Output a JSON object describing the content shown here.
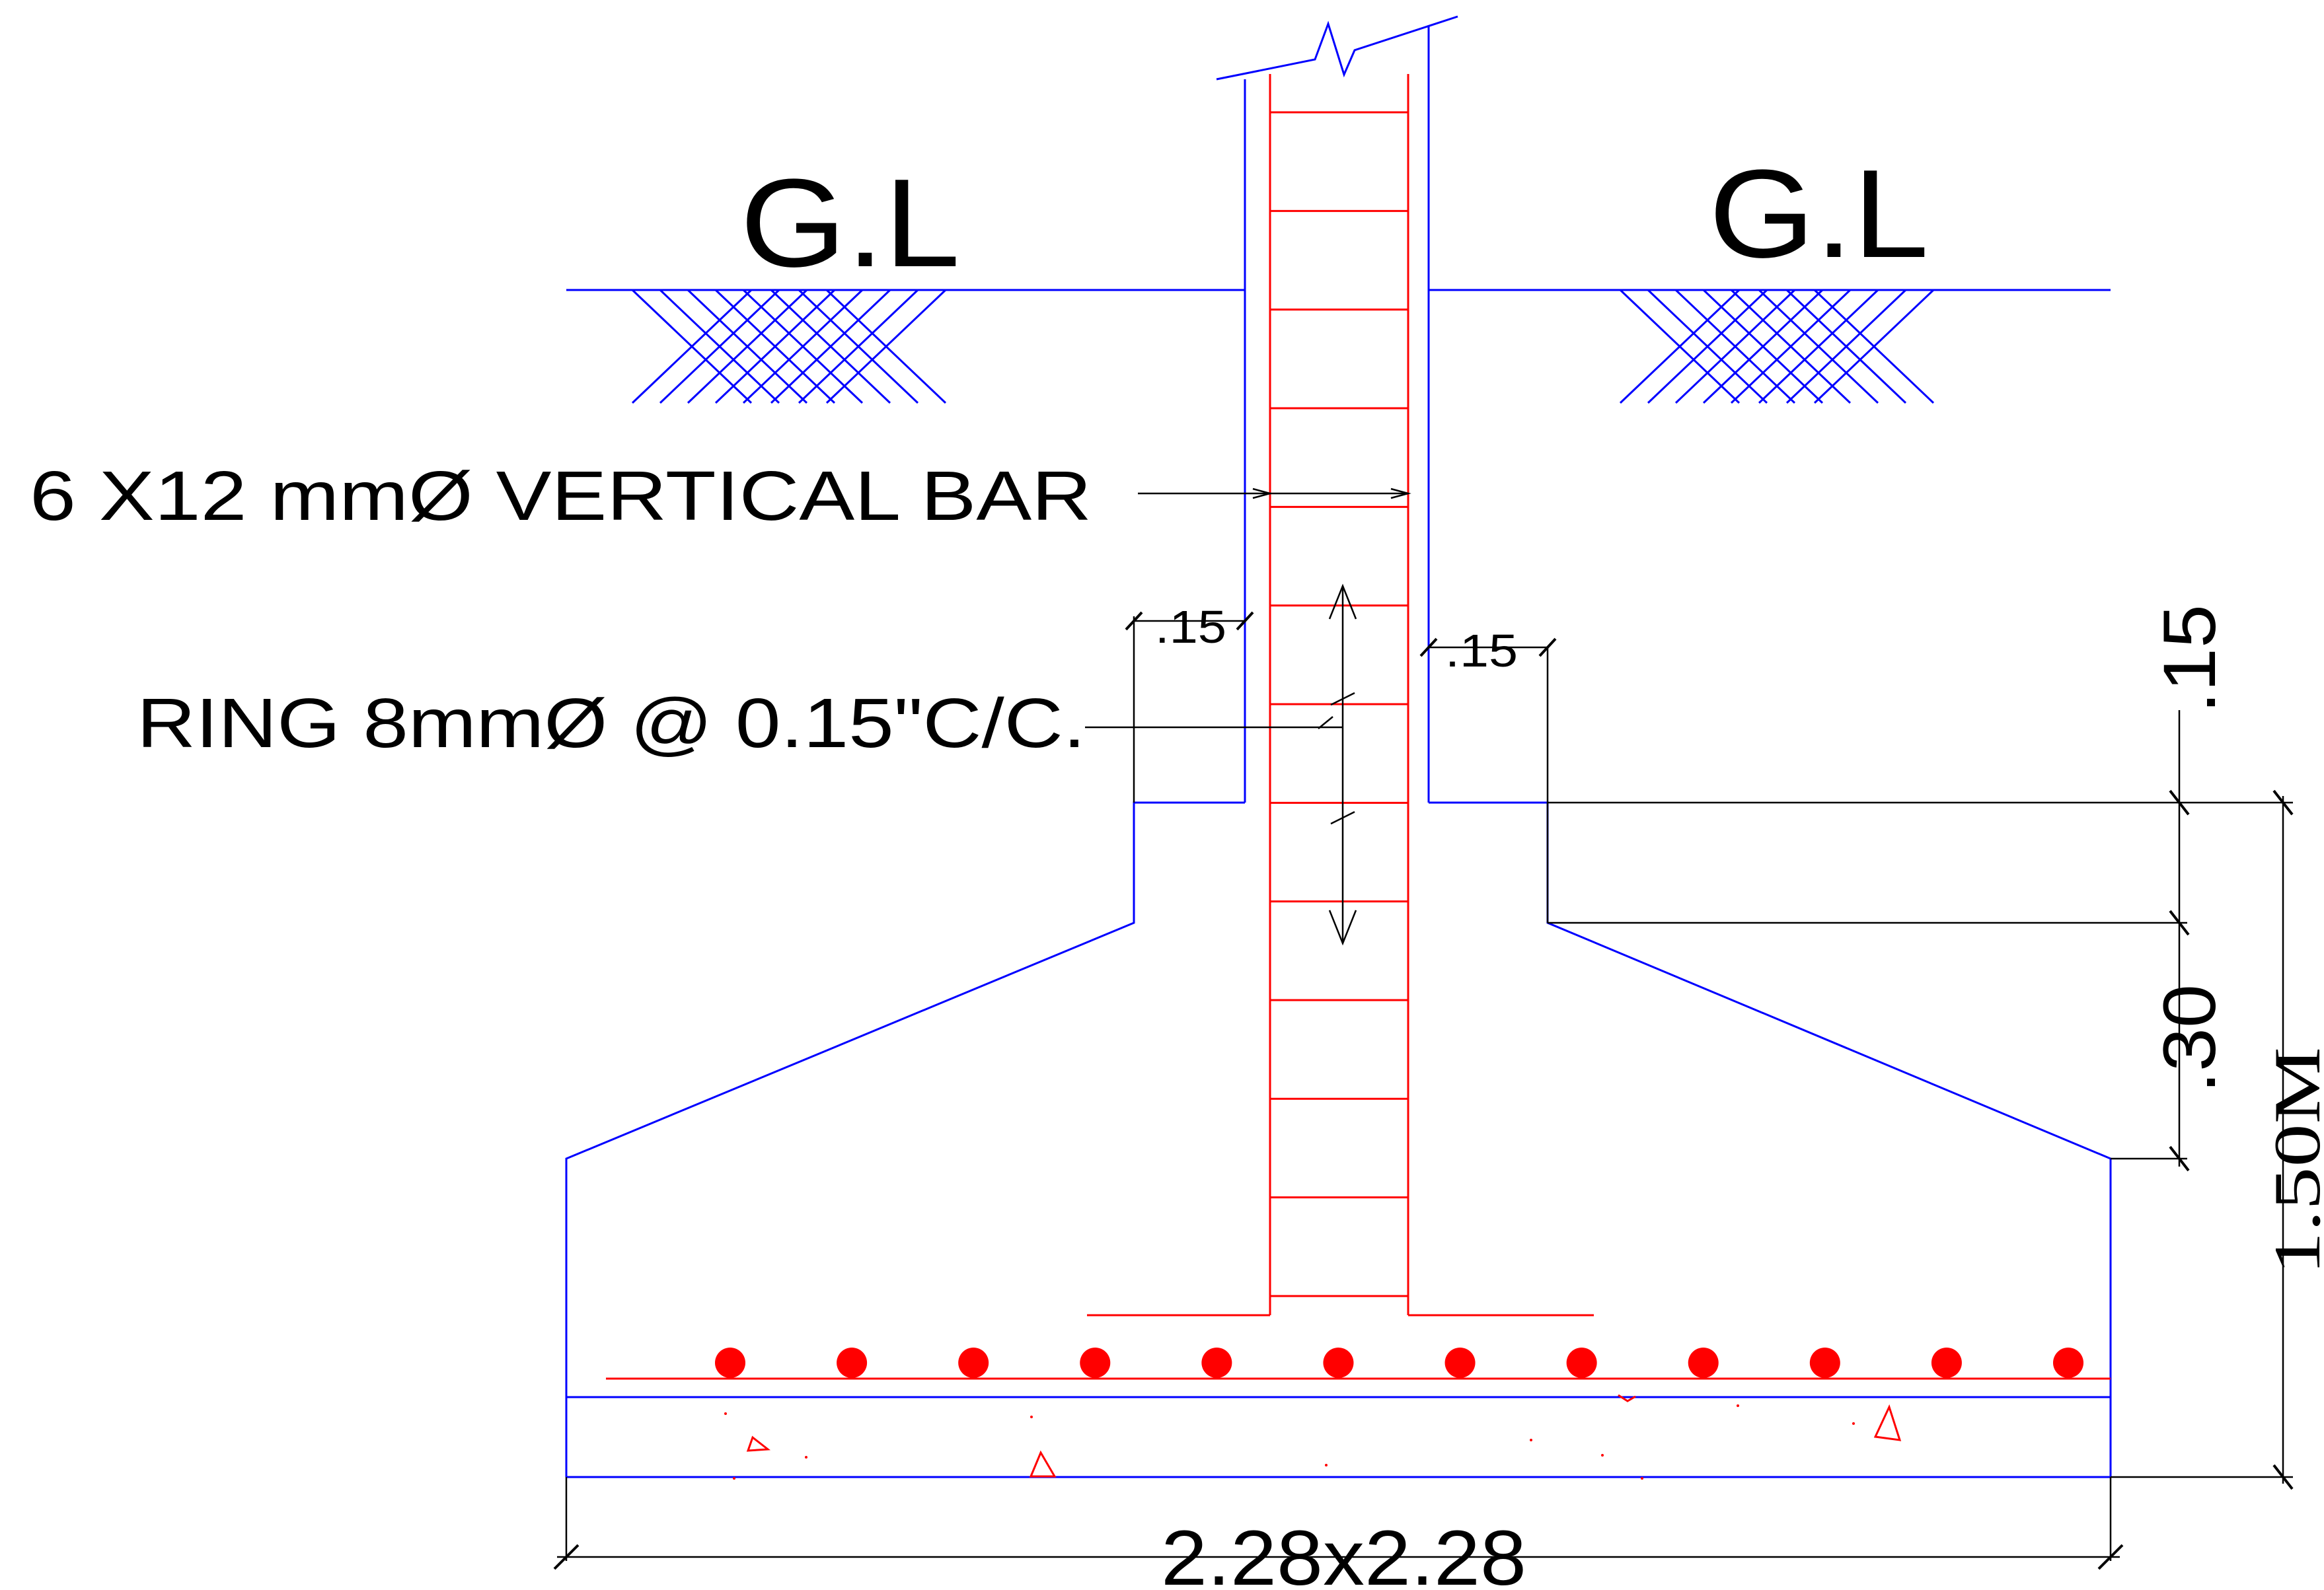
{
  "labels": {
    "gl_left": "G.L",
    "gl_right": "G.L",
    "vertical_bar": "6 X12 mmØ VERTICAL BAR",
    "ring": "RING 8mmØ @ 0.15\"C/C.",
    "cover_left": ".15",
    "cover_right": ".15",
    "dim_top": ".15",
    "dim_mid": ".30",
    "dim_total": "1.50M",
    "dim_base": "2.28x2.28"
  },
  "footing": {
    "bottom_bar_count": 12
  },
  "colors": {
    "concrete_outline": "#0000ff",
    "reinforcement": "#ff0000",
    "annotation": "#000000"
  }
}
